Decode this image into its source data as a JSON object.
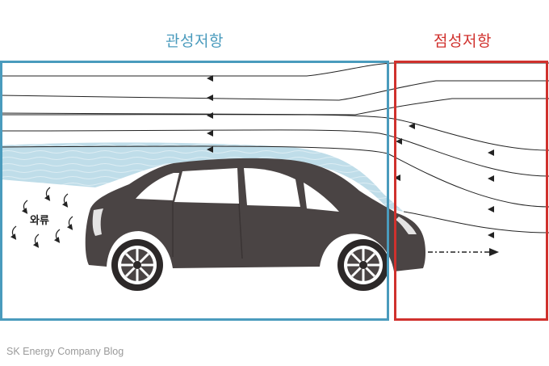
{
  "labels": {
    "inertial_resistance": "관성저항",
    "viscous_resistance": "점성저항",
    "vortex": "와류"
  },
  "credit": "SK Energy Company Blog",
  "colors": {
    "inertial": "#4a9bbd",
    "viscous": "#d0312d",
    "car": "#4a4444",
    "airflow": "#bfdde9"
  },
  "icons": {
    "car": "car-silhouette-icon",
    "flow": "airflow-arrow-icon",
    "vortex": "vortex-curl-icon"
  }
}
